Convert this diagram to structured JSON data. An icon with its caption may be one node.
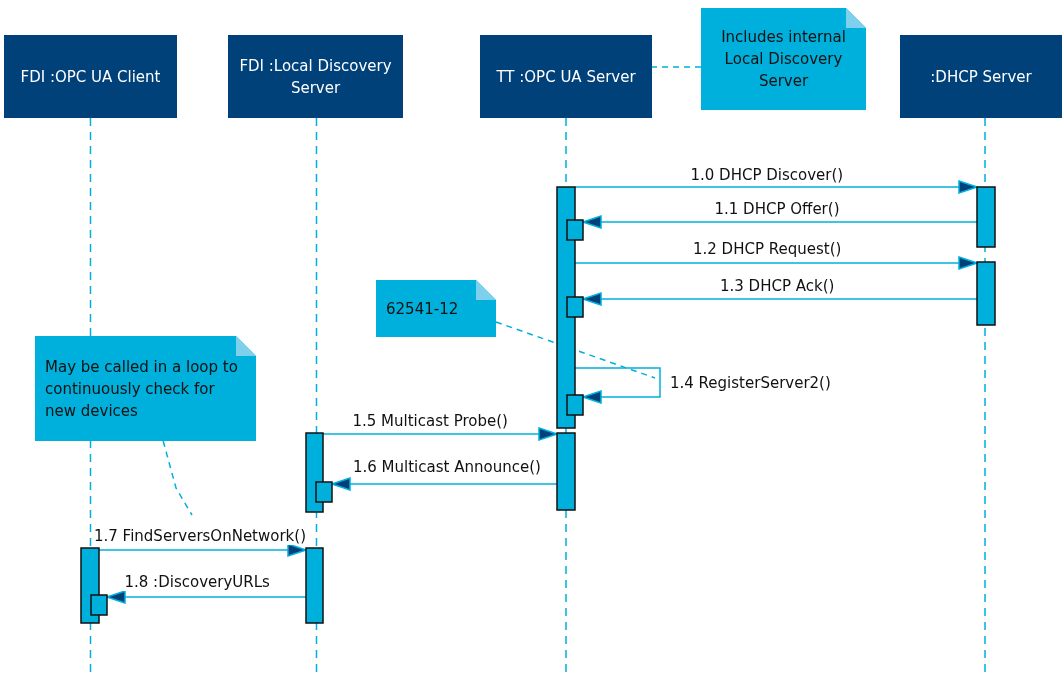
{
  "diagram": {
    "nodes": [
      {
        "text": [
          "FDI :OPC UA Client"
        ]
      },
      {
        "text": [
          "FDI :Local Discovery Server"
        ]
      },
      {
        "text": [
          "TT :OPC UA Server"
        ]
      },
      {
        "text": [
          "Includes internal Local Discovery Server"
        ]
      },
      {
        "text": [
          ":DHCP Server"
        ]
      },
      {
        "text": [
          "62541-12"
        ]
      },
      {
        "text": [
          "May be called in a loop to continuously check for new devices"
        ]
      },
      {
        "text": [],
        "shape": "bar"
      },
      {
        "text": [],
        "shape": "bar"
      },
      {
        "text": [],
        "shape": "bar"
      },
      {
        "text": [],
        "shape": "bar"
      },
      {
        "text": [],
        "shape": "bar"
      },
      {
        "text": [],
        "shape": "bar"
      },
      {
        "text": [],
        "shape": "bar"
      },
      {
        "text": [],
        "shape": "bar"
      },
      {
        "text": [],
        "shape": "bar"
      },
      {
        "text": [],
        "shape": "bar"
      },
      {
        "text": [],
        "shape": "bar"
      },
      {
        "text": [],
        "shape": "bar"
      }
    ],
    "edges": [
      {
        "from": 12,
        "to": 17,
        "arrow": "to",
        "label": "1.0 DHCP Discover()"
      },
      {
        "from": 17,
        "to": 13,
        "arrow": "to",
        "label": "1.1 DHCP Offer()"
      },
      {
        "from": 12,
        "to": 18,
        "arrow": "to",
        "label": "1.2 DHCP Request()"
      },
      {
        "from": 18,
        "to": 14,
        "arrow": "to",
        "label": "1.3 DHCP Ack()"
      },
      {
        "from": 12,
        "to": 15,
        "arrow": "to",
        "label": "1.4 RegisterServer2()"
      },
      {
        "from": 9,
        "to": 16,
        "arrow": "to",
        "label": "1.5 Multicast Probe()"
      },
      {
        "from": 16,
        "to": 10,
        "arrow": "to",
        "label": "1.6 Multicast Announce()"
      },
      {
        "from": 7,
        "to": 11,
        "arrow": "to",
        "label": "1.7 FindServersOnNetwork()"
      },
      {
        "from": 11,
        "to": 8,
        "arrow": "to",
        "label": "1.8 :DiscoveryURLs"
      },
      {
        "from": 3,
        "to": 2,
        "arrow": "none",
        "style": "dashed"
      },
      {
        "from": 5,
        "to": null,
        "arrow": "none",
        "style": "dashed"
      },
      {
        "from": 6,
        "to": null,
        "arrow": "none",
        "style": "dashed"
      }
    ]
  }
}
